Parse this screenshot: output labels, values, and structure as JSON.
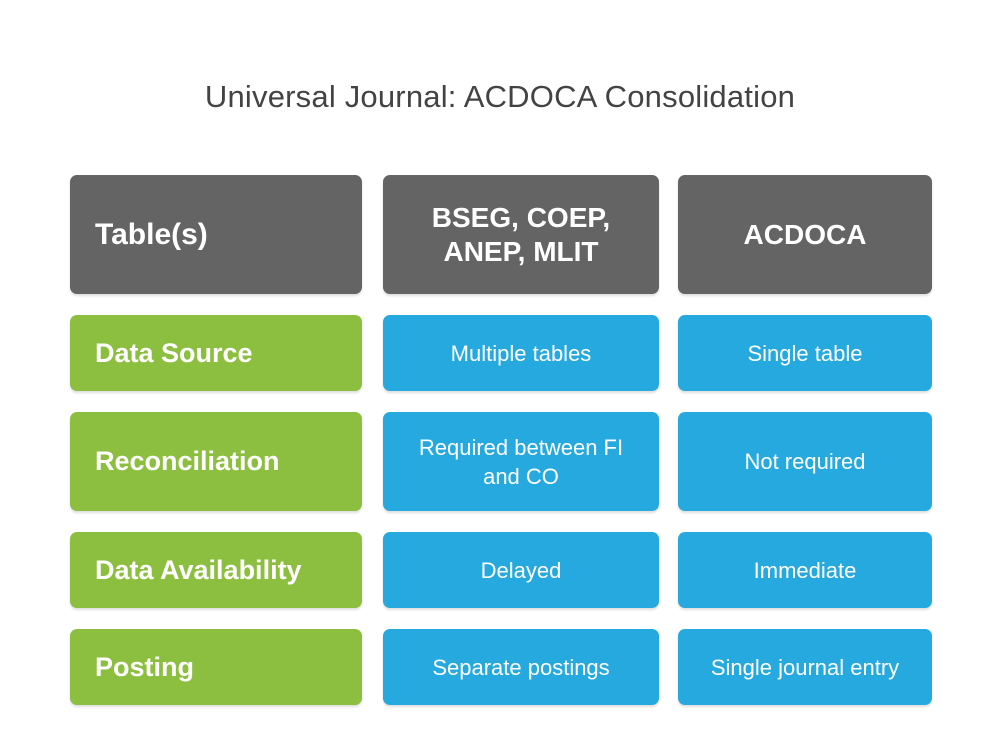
{
  "slide": {
    "title": "Universal Journal: ACDOCA Consolidation",
    "background_color": "#ffffff",
    "title_color": "#434343"
  },
  "palette": {
    "header_gray": "#646464",
    "label_green": "#8cbf3f",
    "value_blue": "#25a9df",
    "text_white": "#ffffff"
  },
  "table": {
    "header": {
      "label": "Table(s)",
      "column_1": "BSEG, COEP,\nANEP, MLIT",
      "column_1_line_1": "BSEG, COEP,",
      "column_1_line_2": "ANEP, MLIT",
      "column_2": "ACDOCA"
    },
    "rows": [
      {
        "label": "Data Source",
        "column_1": "Multiple tables",
        "column_2": "Single table",
        "height": "short"
      },
      {
        "label": "Reconciliation",
        "column_1": "Required between FI and CO",
        "column_1_line_1": "Required between FI",
        "column_1_line_2": "and CO",
        "column_2": "Not required",
        "height": "tall"
      },
      {
        "label": "Data Availability",
        "column_1": "Delayed",
        "column_2": "Immediate",
        "height": "short"
      },
      {
        "label": "Posting",
        "column_1": "Separate postings",
        "column_2": "Single journal entry",
        "height": "short"
      }
    ]
  }
}
